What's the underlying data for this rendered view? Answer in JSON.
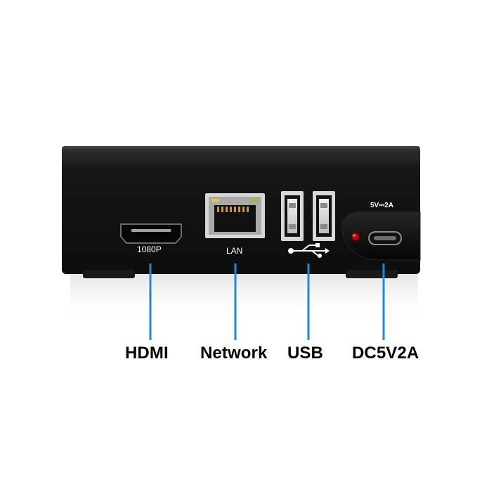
{
  "scene": {
    "description_type": "product-photo",
    "background_color": "#ffffff",
    "device_color": "#121212",
    "accent_line_color": "#1e8ad6"
  },
  "ports": {
    "hdmi_spec": "1080P",
    "lan_label": "LAN",
    "power_rating": "5V⎓2A"
  },
  "callouts": {
    "hdmi": "HDMI",
    "network": "Network",
    "usb": "USB",
    "dc": "DC5V2A"
  },
  "icons": {
    "usb_symbol": "usb-icon",
    "led": "power-led-icon"
  }
}
